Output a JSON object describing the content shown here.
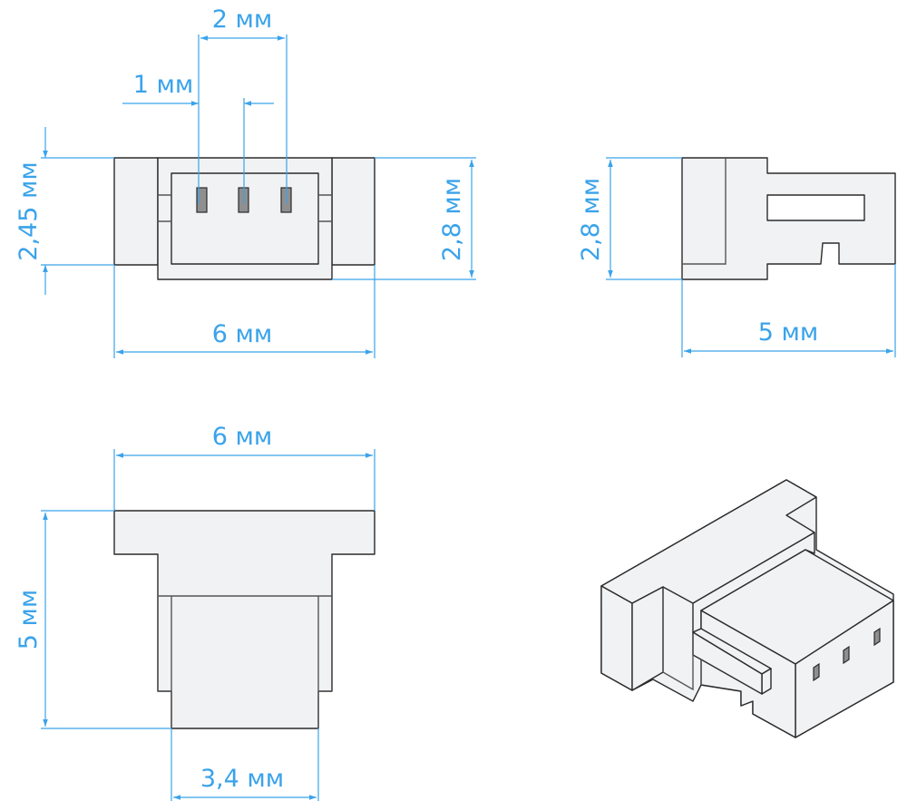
{
  "front_view": {
    "pin_pitch": "2 мм",
    "pin_offset": "1 мм",
    "height_left": "2,45 мм",
    "height_right": "2,8 мм",
    "width": "6 мм"
  },
  "side_view": {
    "height": "2,8 мм",
    "depth": "5 мм"
  },
  "bottom_view": {
    "width": "6 мм",
    "depth": "5 мм",
    "body_width": "3,4 мм"
  },
  "colors": {
    "dimension": "#3aa3ea",
    "part_fill": "#f1f2f4",
    "pin": "#8f8f8f"
  }
}
